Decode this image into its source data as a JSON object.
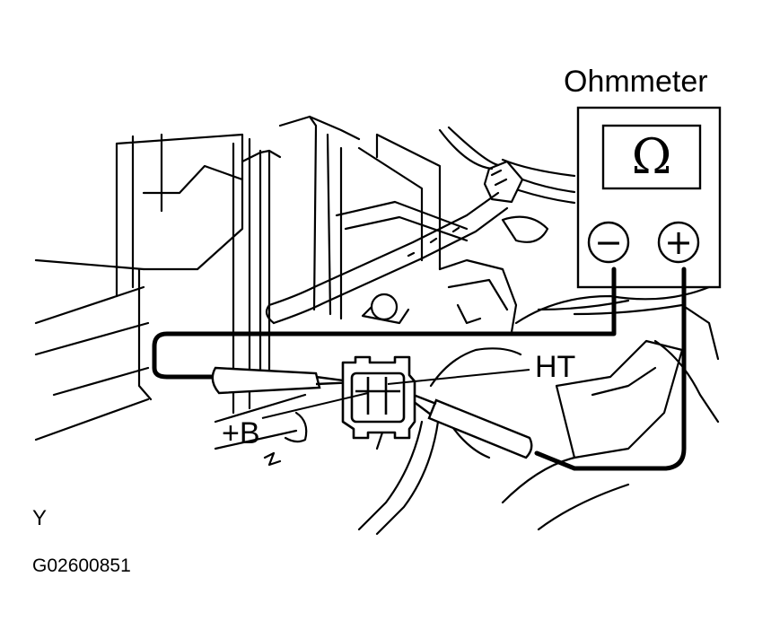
{
  "meter": {
    "title": "Ohmmeter",
    "face_symbol": "Ω",
    "negative_symbol": "−",
    "positive_symbol": "+"
  },
  "labels": {
    "ht": "HT",
    "plus_b": "+B",
    "view": "Y",
    "figure_code": "G02600851"
  },
  "colors": {
    "line": "#000000",
    "background": "#ffffff"
  },
  "icons": {
    "meter": "ohmmeter-icon",
    "connector": "sensor-connector-icon",
    "probe": "test-probe-icon"
  }
}
